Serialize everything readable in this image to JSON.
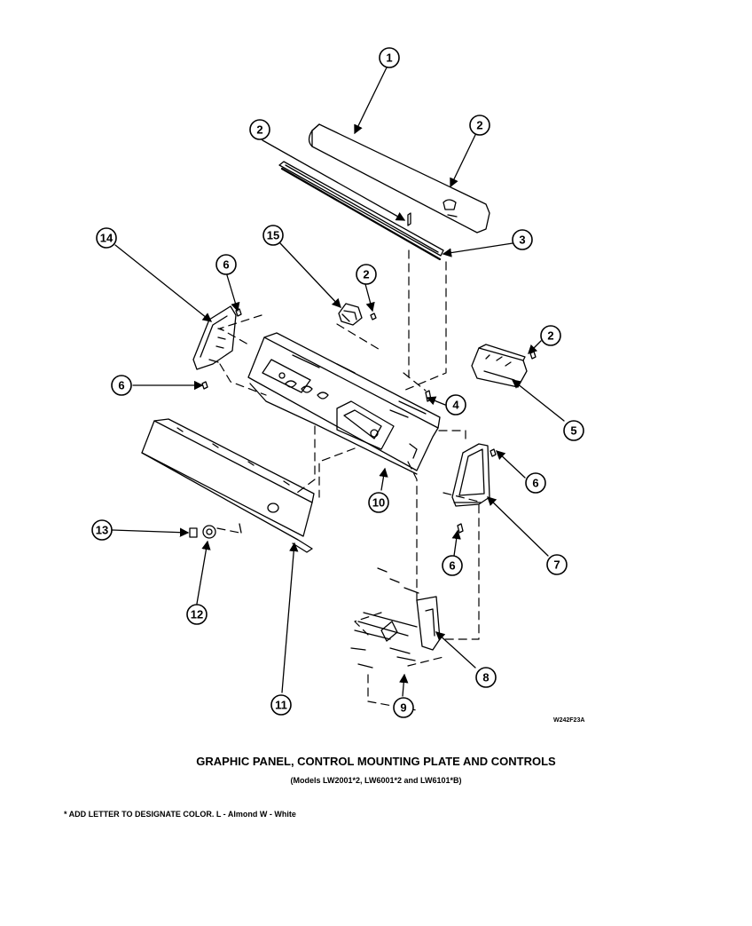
{
  "diagram": {
    "drawing_code": "W242F23A",
    "title": "GRAPHIC PANEL, CONTROL MOUNTING PLATE AND CONTROLS",
    "subtitle": "(Models LW2001*2, LW6001*2 and LW6101*B)",
    "note": "* ADD LETTER TO DESIGNATE COLOR.  L - Almond  W - White",
    "callouts": [
      {
        "id": "c1",
        "label": "1"
      },
      {
        "id": "c2a",
        "label": "2"
      },
      {
        "id": "c2b",
        "label": "2"
      },
      {
        "id": "c3",
        "label": "3"
      },
      {
        "id": "c14",
        "label": "14"
      },
      {
        "id": "c6a",
        "label": "6"
      },
      {
        "id": "c15",
        "label": "15"
      },
      {
        "id": "c2c",
        "label": "2"
      },
      {
        "id": "c2d",
        "label": "2"
      },
      {
        "id": "c6b",
        "label": "6"
      },
      {
        "id": "c4",
        "label": "4"
      },
      {
        "id": "c5",
        "label": "5"
      },
      {
        "id": "c6c",
        "label": "6"
      },
      {
        "id": "c10",
        "label": "10"
      },
      {
        "id": "c13",
        "label": "13"
      },
      {
        "id": "c7",
        "label": "7"
      },
      {
        "id": "c6d",
        "label": "6"
      },
      {
        "id": "c12",
        "label": "12"
      },
      {
        "id": "c8",
        "label": "8"
      },
      {
        "id": "c11",
        "label": "11"
      },
      {
        "id": "c9",
        "label": "9"
      }
    ]
  }
}
